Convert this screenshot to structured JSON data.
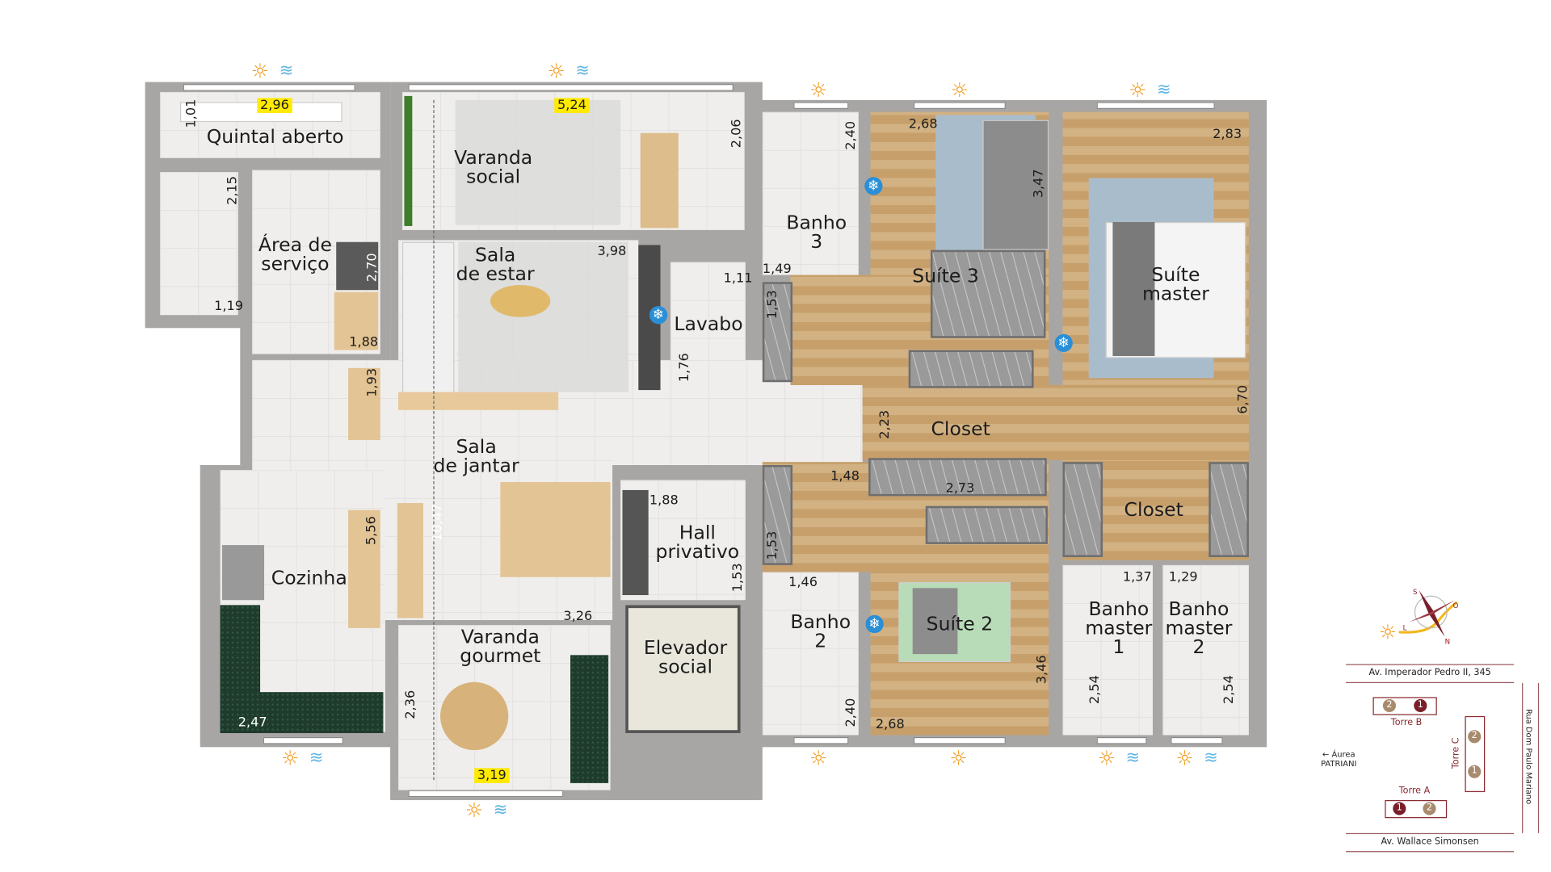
{
  "rooms": [
    "Quintal aberto",
    "Varanda\nsocial",
    "Área de\nserviço",
    "Sala\nde estar",
    "Lavabo",
    "Sala\nde jantar",
    "Cozinha",
    "Varanda\ngourmet",
    "Hall\nprivativo",
    "Elevador\nsocial",
    "Banho\n3",
    "Suíte 3",
    "Suíte\nmaster",
    "Closet",
    "Closet",
    "Suíte 2",
    "Banho\n2",
    "Banho\nmaster\n1",
    "Banho\nmaster\n2"
  ],
  "dimensions": [
    "2,96",
    "5,24",
    "3,19",
    "1,01",
    "2,06",
    "2,15",
    "2,70",
    "1,19",
    "1,88",
    "1,93",
    "3,98",
    "1,11",
    "1,76",
    "10,47",
    "5,56",
    "1,88",
    "1,53",
    "3,26",
    "2,36",
    "2,47",
    "2,40",
    "1,49",
    "1,53",
    "2,68",
    "3,47",
    "2,83",
    "6,70",
    "2,23",
    "1,48",
    "2,73",
    "1,53",
    "1,46",
    "2,40",
    "2,68",
    "3,46",
    "1,37",
    "1,29",
    "2,54",
    "2,54"
  ],
  "legend": {
    "compass": {
      "s": "S",
      "o": "O",
      "n": "N",
      "l": "L"
    },
    "street_top": "Av. Imperador Pedro II, 345",
    "street_bottom": "Av. Wallace Simonsen",
    "street_right": "Rua Dom Paulo Mariano",
    "neighbor": "Áurea\nPATRIANI",
    "tower_a": "Torre A",
    "tower_b": "Torre B",
    "tower_c": "Torre C",
    "unit1": "1",
    "unit2": "2"
  },
  "icons": {
    "sun": "sun-icon",
    "wind": "ventilation-icon",
    "ac": "air-conditioning-icon"
  },
  "colors": {
    "wall": "#a8a6a4",
    "highlight": "#ffea00",
    "accent": "#8a2a30",
    "sun": "#f29a1c",
    "ac": "#2a8fd6"
  }
}
